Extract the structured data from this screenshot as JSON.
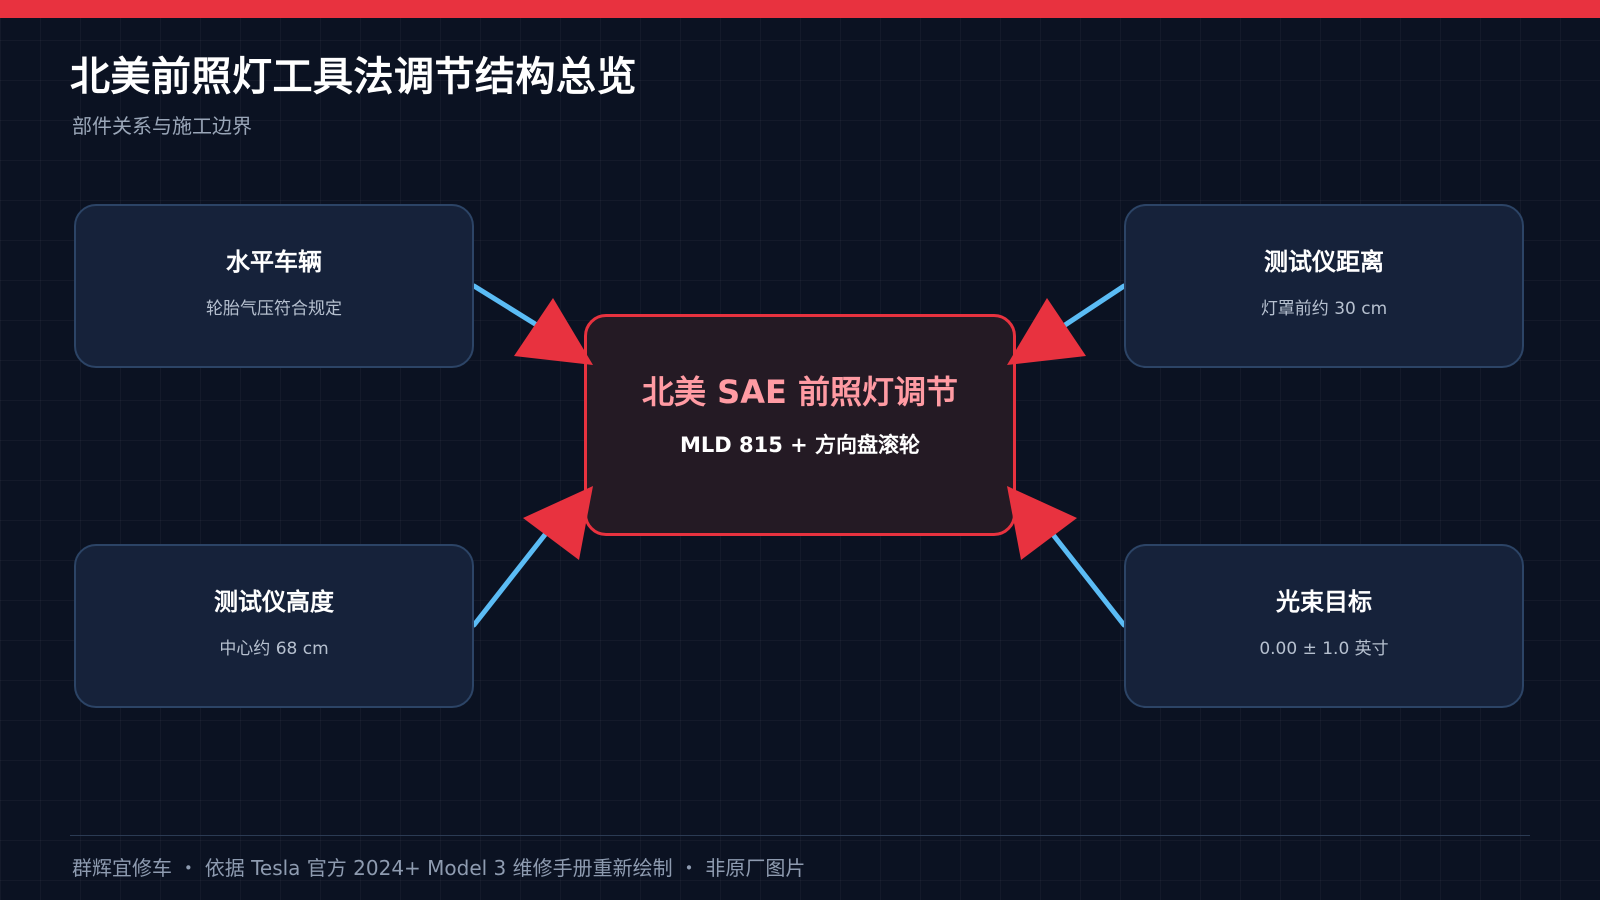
{
  "header": {
    "title": "北美前照灯工具法调节结构总览",
    "subtitle": "部件关系与施工边界"
  },
  "center": {
    "title": "北美 SAE 前照灯调节",
    "description": "MLD 815 + 方向盘滚轮"
  },
  "nodes": [
    {
      "title": "水平车辆",
      "description": "轮胎气压符合规定"
    },
    {
      "title": "测试仪距离",
      "description": "灯罩前约 30 cm"
    },
    {
      "title": "测试仪高度",
      "description": "中心约 68 cm"
    },
    {
      "title": "光束目标",
      "description": "0.00 ± 1.0 英寸"
    }
  ],
  "footer": {
    "text": "群辉宜修车 ・ 依据 Tesla 官方 2024+ Model 3 维修手册重新绘制 ・ 非原厂图片"
  },
  "colors": {
    "accent": "#e8323f",
    "connector": "#5bbcf5",
    "background": "#0b1222",
    "node_fill": "#16223a",
    "node_border": "#2c4466",
    "center_fill": "#241a24",
    "center_title": "#ff9ba3"
  }
}
